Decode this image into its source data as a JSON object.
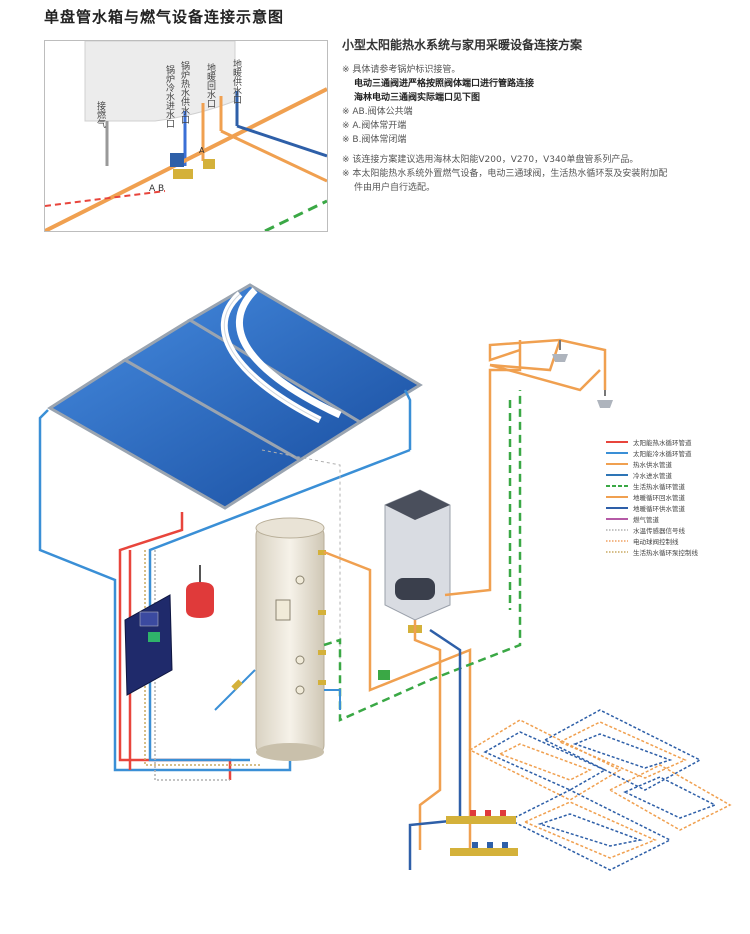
{
  "title": "单盘管水箱与燃气设备连接示意图",
  "detail": {
    "labels": [
      "接燃气",
      "锅炉冷水进水口",
      "锅炉热水供水口",
      "地暖回水口",
      "地暖供水口"
    ],
    "valve_port_labels": [
      "A",
      "B"
    ]
  },
  "notes": {
    "heading": "小型太阳能热水系统与家用采暖设备连接方案",
    "lines": [
      "※ 具体请参考锅炉标识接管。",
      "电动三通阀进严格按照阀体端口进行管路连接",
      "海林电动三通阀实际端口见下图",
      "※ AB.阀体公共端",
      "※ A.阀体常开端",
      "※ B.阀体常闭端",
      "※ 该连接方案建议选用海林太阳能V200，V270，V340单盘管系列产品。",
      "※ 本太阳能热水系统外置燃气设备，电动三通球阀，生活热水循环泵及安装附加配",
      "件由用户自行选配。"
    ]
  },
  "legend": [
    {
      "label": "太阳能热水循环管道",
      "color": "#e8453c",
      "style": "solid"
    },
    {
      "label": "太阳能冷水循环管道",
      "color": "#3a8fd6",
      "style": "solid"
    },
    {
      "label": "热水供水管道",
      "color": "#f0a050",
      "style": "solid"
    },
    {
      "label": "冷水进水管道",
      "color": "#2e75b6",
      "style": "solid"
    },
    {
      "label": "生活热水循环管道",
      "color": "#3aa845",
      "style": "dashed"
    },
    {
      "label": "地暖循环回水管道",
      "color": "#f0a050",
      "style": "solid"
    },
    {
      "label": "地暖循环供水管道",
      "color": "#2e5fa8",
      "style": "solid"
    },
    {
      "label": "燃气管道",
      "color": "#b55aa6",
      "style": "solid"
    },
    {
      "label": "水温传感器信号线",
      "color": "#b0b0b0",
      "style": "dotted"
    },
    {
      "label": "电动球阀控制线",
      "color": "#f0a060",
      "style": "dotted"
    },
    {
      "label": "生活热水循环泵控制线",
      "color": "#c8a860",
      "style": "dotted"
    }
  ],
  "colors": {
    "solar_hot": "#e8453c",
    "solar_cold": "#3a8fd6",
    "hot_supply": "#f0a050",
    "cold_inlet": "#2e75b6",
    "dhw_loop": "#3aa845",
    "panel_blue": "#2f6fc0",
    "tank_beige": "#ece7dc",
    "boiler_grey": "#d9dce2",
    "controller_navy": "#1f2a6b"
  },
  "icons": [
    "solar-collector-icon",
    "storage-tank-icon",
    "gas-boiler-icon",
    "controller-icon",
    "expansion-tank-icon",
    "showerhead-icon",
    "manifold-icon",
    "floor-heating-coil-icon"
  ]
}
